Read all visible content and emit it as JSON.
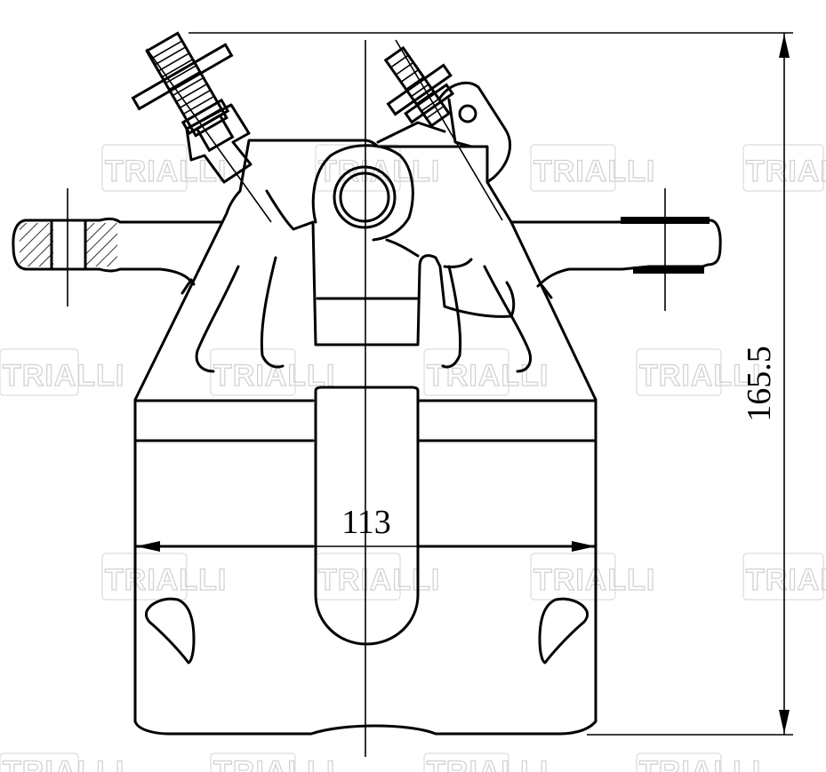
{
  "drawing": {
    "watermark_text": "TRIALLI",
    "dimensions": {
      "width_label": "113",
      "height_label": "165.5"
    }
  }
}
